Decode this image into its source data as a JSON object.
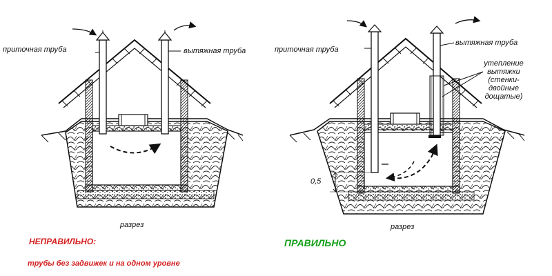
{
  "left": {
    "inlet_label": "приточная труба",
    "exhaust_label": "вытяжная труба",
    "section_label": "разрез"
  },
  "right": {
    "inlet_label": "приточная труба",
    "exhaust_label": "вытяжная труба",
    "insulation_lines": [
      "утепление",
      "вытяжки",
      "(стенки-",
      "двойные",
      "дощатые)"
    ],
    "section_label": "разрез",
    "dimension": "0,5"
  },
  "verdicts": {
    "wrong": "НЕПРАВИЛЬНО:",
    "wrong_reason": "трубы без задвижек и на одном уровне",
    "right": "ПРАВИЛЬНО"
  },
  "colors": {
    "wrong": "#d42020",
    "right": "#15a01a",
    "ink": "#111111"
  }
}
